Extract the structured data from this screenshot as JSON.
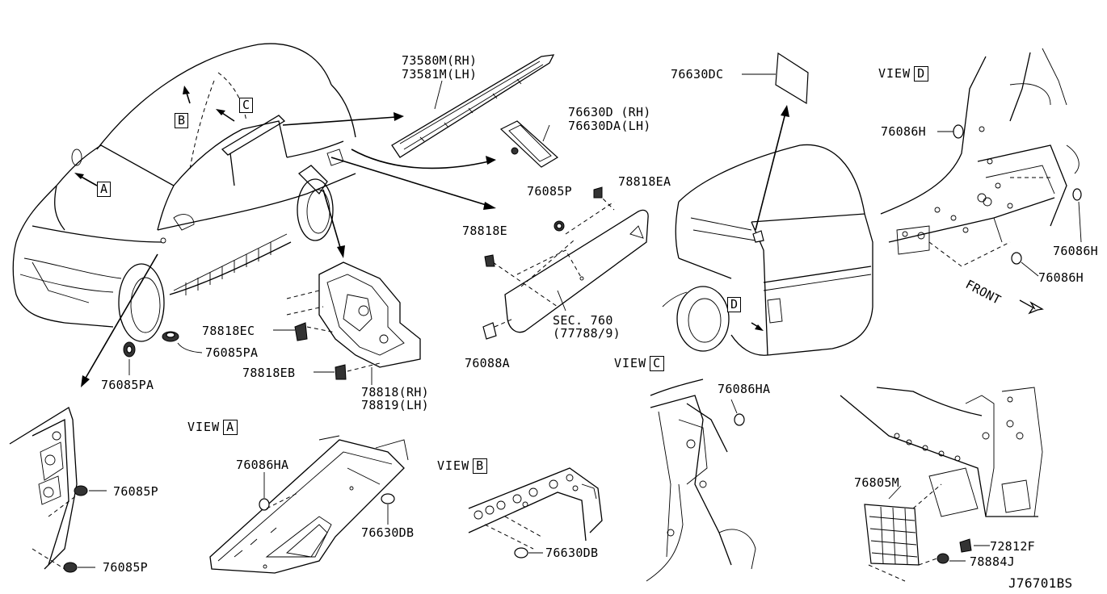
{
  "diagram_id": "J76701BS",
  "callouts": [
    "A",
    "B",
    "C",
    "D"
  ],
  "views": [
    {
      "prefix": "VIEW",
      "letter": "A"
    },
    {
      "prefix": "VIEW",
      "letter": "B"
    },
    {
      "prefix": "VIEW",
      "letter": "C"
    },
    {
      "prefix": "VIEW",
      "letter": "D"
    }
  ],
  "front_label": "FRONT",
  "sec_ref": {
    "line1": "SEC. 760",
    "line2": "(77788/9)"
  },
  "parts": {
    "p73580M": "73580M(RH)",
    "p73581M": "73581M(LH)",
    "p76630D": "76630D (RH)",
    "p76630DA": "76630DA(LH)",
    "p76630DC": "76630DC",
    "p76085P_a": "76085P",
    "p78818EA": "78818EA",
    "p78818E": "78818E",
    "p76088A": "76088A",
    "p78818EC": "78818EC",
    "p76085PA_a": "76085PA",
    "p76085PA_b": "76085PA",
    "p78818EB": "78818EB",
    "p78818": "78818(RH)",
    "p78819": "78819(LH)",
    "p76086H_a": "76086H",
    "p76086H_b": "76086H",
    "p76086H_c": "76086H",
    "p76085P_b": "76085P",
    "p76085P_c": "76085P",
    "p76086HA_a": "76086HA",
    "p76630DB_a": "76630DB",
    "p76630DB_b": "76630DB",
    "p76086HA_b": "76086HA",
    "p76805M": "76805M",
    "p72812F": "72812F",
    "p78884J": "78884J"
  }
}
